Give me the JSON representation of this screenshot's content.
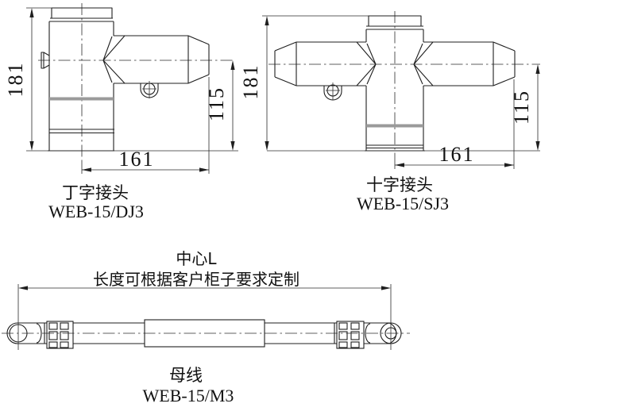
{
  "colors": {
    "background": "#ffffff",
    "line": "#1f1f1f",
    "band": "#9a9a9a"
  },
  "tee_joint": {
    "name": "丁字接头",
    "model": "WEB-15/DJ3",
    "dim_height": "181",
    "dim_arm_height": "115",
    "dim_arm_length": "161"
  },
  "cross_joint": {
    "name": "十字接头",
    "model": "WEB-15/SJ3",
    "dim_height": "181",
    "dim_arm_height": "115",
    "dim_arm_length": "161"
  },
  "busbar": {
    "name": "母线",
    "model": "WEB-15/M3",
    "dim_title": "中心L",
    "dim_note": "长度可根据客户柜子要求定制"
  }
}
